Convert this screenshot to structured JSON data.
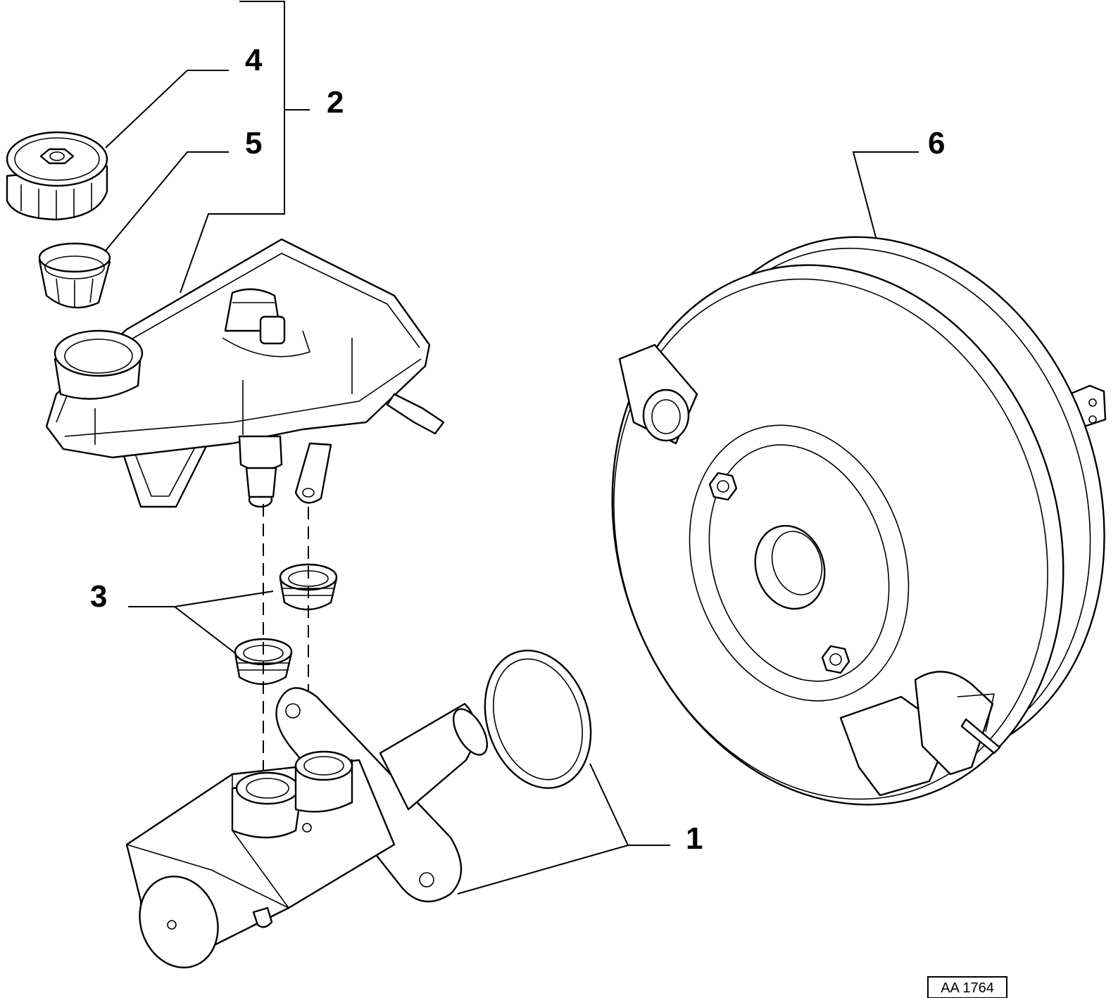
{
  "callouts": {
    "part_1": "1",
    "part_2": "2",
    "part_3": "3",
    "part_4": "4",
    "part_5": "5",
    "part_6": "6"
  },
  "reference_code": "AA 1764"
}
